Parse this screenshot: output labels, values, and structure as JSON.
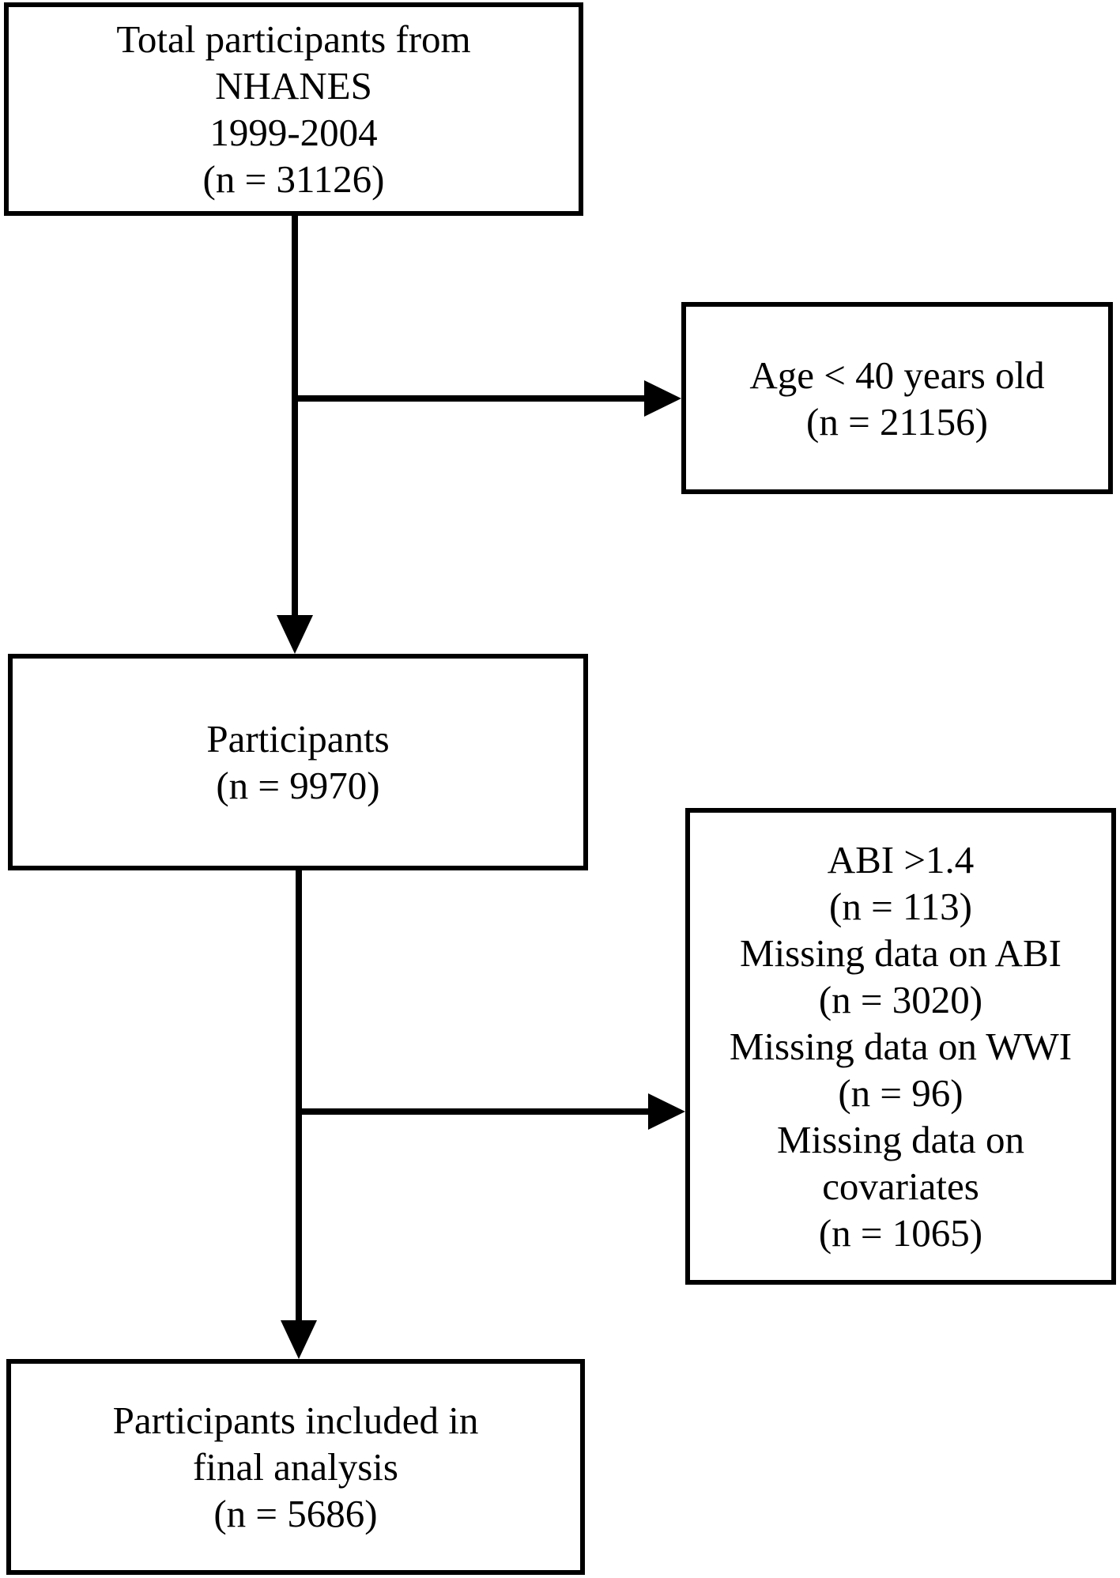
{
  "flowchart": {
    "total": {
      "lines": [
        "Total participants from",
        "NHANES",
        "1999-2004",
        "(n = 31126)"
      ]
    },
    "exclusion_age": {
      "lines": [
        "Age < 40 years old",
        "(n = 21156)"
      ]
    },
    "participants": {
      "lines": [
        "Participants",
        "(n = 9970)"
      ]
    },
    "exclusion_missing": {
      "lines": [
        "ABI >1.4",
        "(n = 113)",
        "Missing data on ABI",
        "(n = 3020)",
        "Missing data on WWI",
        "(n = 96)",
        "Missing data on",
        "covariates",
        "(n = 1065)"
      ]
    },
    "final": {
      "lines": [
        "Participants included in",
        "final analysis",
        "(n = 5686)"
      ]
    }
  },
  "colors": {
    "stroke": "#000000",
    "background": "#ffffff"
  }
}
